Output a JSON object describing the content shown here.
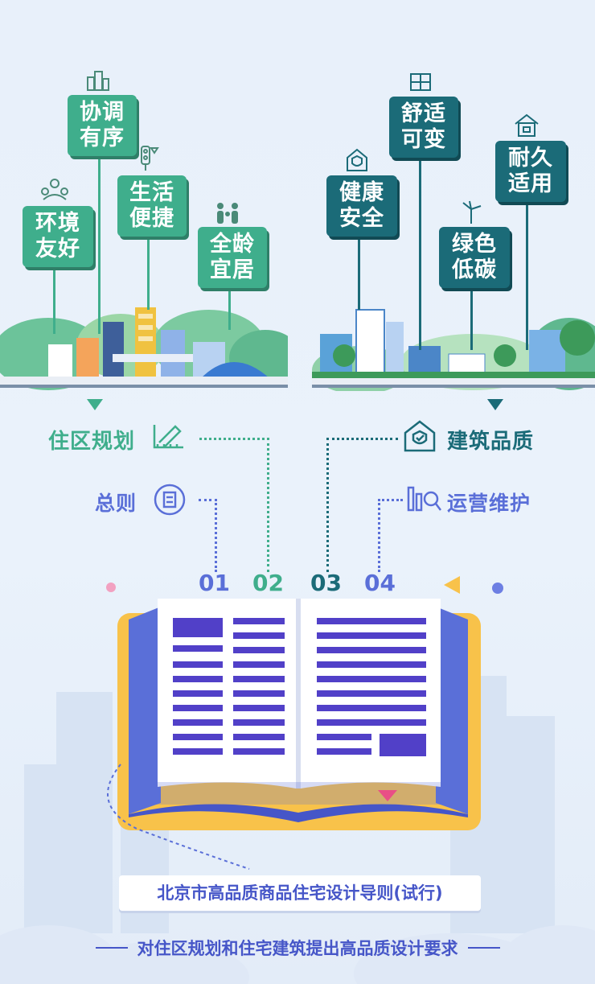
{
  "left_signs": [
    {
      "line1": "协调",
      "line2": "有序",
      "icon": "buildings-icon"
    },
    {
      "line1": "环境",
      "line2": "友好",
      "icon": "community-icon"
    },
    {
      "line1": "生活",
      "line2": "便捷",
      "icon": "traffic-light-icon"
    },
    {
      "line1": "全龄",
      "line2": "宜居",
      "icon": "family-icon"
    }
  ],
  "right_signs": [
    {
      "line1": "舒适",
      "line2": "可变",
      "icon": "layout-icon"
    },
    {
      "line1": "健康",
      "line2": "安全",
      "icon": "shield-house-icon"
    },
    {
      "line1": "耐久",
      "line2": "适用",
      "icon": "house-icon"
    },
    {
      "line1": "绿色",
      "line2": "低碳",
      "icon": "wind-turbine-icon"
    }
  ],
  "categories": {
    "planning": "住区规划",
    "general": "总则",
    "quality": "建筑品质",
    "operation": "运营维护"
  },
  "numbers": [
    "01",
    "02",
    "03",
    "04"
  ],
  "book_title": "北京市高品质商品住宅设计导则(试行)",
  "subtitle": "对住区规划和住宅建筑提出高品质设计要求",
  "colors": {
    "green": "#3fae8c",
    "teal": "#1b6b78",
    "blue": "#5a6fd8",
    "purple": "#5140c8",
    "yellow": "#f8c24a",
    "pink": "#e94f86"
  }
}
